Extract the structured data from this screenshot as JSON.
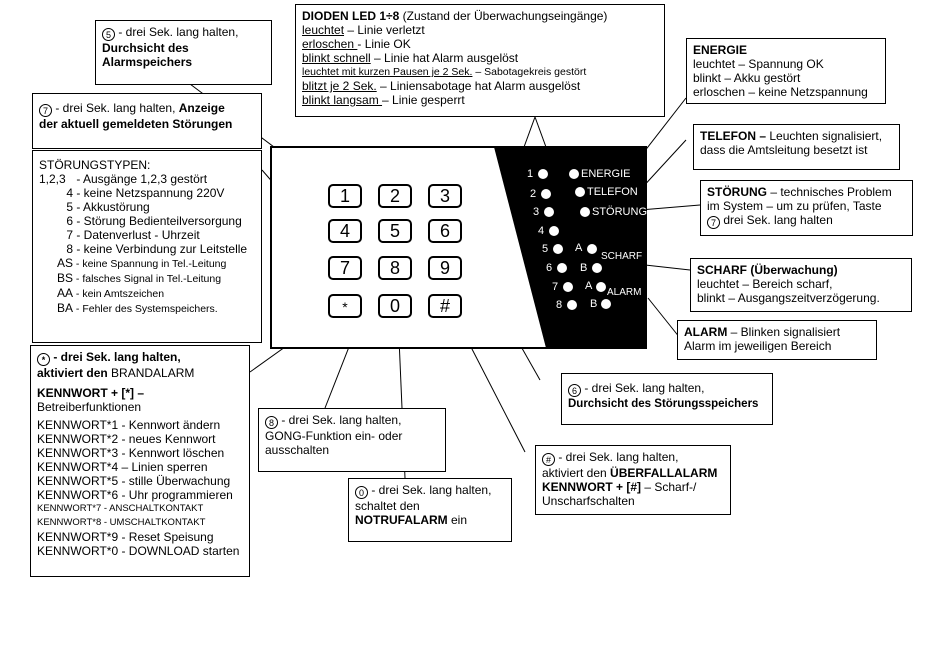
{
  "box5": {
    "num": "5",
    "t1": " - drei Sek. lang halten,",
    "t2": "Durchsicht des",
    "t3": "Alarmspeichers"
  },
  "diode": {
    "title": "DIODEN LED 1÷8",
    "title_rest": " (Zustand der Überwachungseingänge)",
    "r1a": "leuchtet",
    "r1b": " – Linie verletzt",
    "r2a": "erloschen ",
    "r2b": " - Linie OK",
    "r3a": "blinkt schnell",
    "r3b": " – Linie hat Alarm ausgelöst",
    "r4a": "leuchtet mit kurzen Pausen je 2 Sek.",
    "r4b": " – Sabotagekreis gestört",
    "r5a": "blitzt je 2 Sek.",
    "r5b": " – Liniensabotage hat Alarm ausgelöst",
    "r6a": "blinkt langsam ",
    "r6b": " – Linie gesperrt"
  },
  "energie": {
    "title": "ENERGIE",
    "l1": "leuchtet – Spannung OK",
    "l2": "blinkt –  Akku gestört",
    "l3": "erloschen – keine Netzspannung"
  },
  "telefon": {
    "title": "TELEFON –",
    "t1": " Leuchten signalisiert,",
    "t2": "dass die Amtsleitung besetzt ist"
  },
  "stoerung": {
    "title": "STÖRUNG",
    "t1": " – technisches Problem",
    "t2": "im System – um zu prüfen, Taste",
    "num": "7",
    "t3": " drei Sek. lang halten"
  },
  "scharf": {
    "title": "SCHARF (Überwachung)",
    "l1": "leuchtet – Bereich scharf,",
    "l2": "blinkt – Ausgangszeitverzögerung."
  },
  "alarm": {
    "title": "ALARM",
    "t1": " – Blinken signalisiert",
    "t2": "Alarm im jeweiligen Bereich"
  },
  "box7": {
    "num": "7",
    "t1": " - drei Sek. lang halten, ",
    "t1b": "Anzeige",
    "t2": "der aktuell gemeldeten Störungen"
  },
  "types": {
    "title": "STÖRUNGSTYPEN:",
    "rows": [
      [
        "1,2,3",
        "  - Ausgänge 1,2,3 gestört"
      ],
      [
        "4",
        "  - keine Netzspannung 220V"
      ],
      [
        "5",
        "  - Akkustörung"
      ],
      [
        "6",
        "  - Störung Bedienteilversorgung"
      ],
      [
        "7",
        "  - Datenverlust - Uhrzeit"
      ],
      [
        "8",
        "  - keine Verbindung zur Leitstelle"
      ],
      [
        "AS",
        "  - keine Spannung in Tel.-Leitung"
      ],
      [
        "BS",
        "  - falsches Signal in Tel.-Leitung"
      ],
      [
        "AA",
        "  - kein Amtszeichen"
      ],
      [
        "BA",
        "  - Fehler des Systemspeichers."
      ]
    ]
  },
  "star": {
    "num": "*",
    "t1": "  - drei Sek. lang  halten,",
    "t2a": "aktiviert den ",
    "t2b": "BRANDALARM",
    "t3": "KENNWORT + [*] –",
    "t4": "Betreiberfunktionen",
    "rows": [
      "KENNWORT*1 - Kennwort ändern",
      "KENNWORT*2 - neues Kennwort",
      "KENNWORT*3 - Kennwort löschen",
      "KENNWORT*4 – Linien sperren",
      "KENNWORT*5 - stille Überwachung",
      "KENNWORT*6 - Uhr programmieren",
      "KENNWORT*7 - ANSCHALTKONTAKT",
      "KENNWORT*8 - UMSCHALTKONTAKT",
      "KENNWORT*9 - Reset Speisung",
      "KENNWORT*0 - DOWNLOAD starten"
    ]
  },
  "box8": {
    "num": "8",
    "t1": " - drei Sek. lang halten,",
    "t2": "GONG-Funktion ein- oder",
    "t3": "ausschalten"
  },
  "box0": {
    "num": "0",
    "t1": " - drei Sek. lang halten,",
    "t2": "schaltet den",
    "t3": "NOTRUFALARM",
    "t4": " ein"
  },
  "box6": {
    "num": "6",
    "t1": " - drei Sek. lang halten,",
    "t2": "Durchsicht des Störungsspeichers"
  },
  "boxhash": {
    "num": "#",
    "t1": "  -  drei  Sek.  lang  halten,",
    "t2a": "aktiviert den ",
    "t2b": "ÜBERFALLALARM",
    "t3a": "KENNWORT + [#]",
    "t3b": " – Scharf-/",
    "t4": "Unscharfschalten"
  },
  "keys": [
    "1",
    "2",
    "3",
    "4",
    "5",
    "6",
    "7",
    "8",
    "9",
    "*",
    "0",
    "#"
  ],
  "leds": {
    "nums": [
      "1",
      "2",
      "3",
      "4",
      "5",
      "6",
      "7",
      "8"
    ],
    "energie": "ENERGIE",
    "telefon": "TELEFON",
    "stoerung": "STÖRUNG",
    "a": "A",
    "b": "B",
    "scharf": "SCHARF",
    "alarm": "ALARM"
  }
}
